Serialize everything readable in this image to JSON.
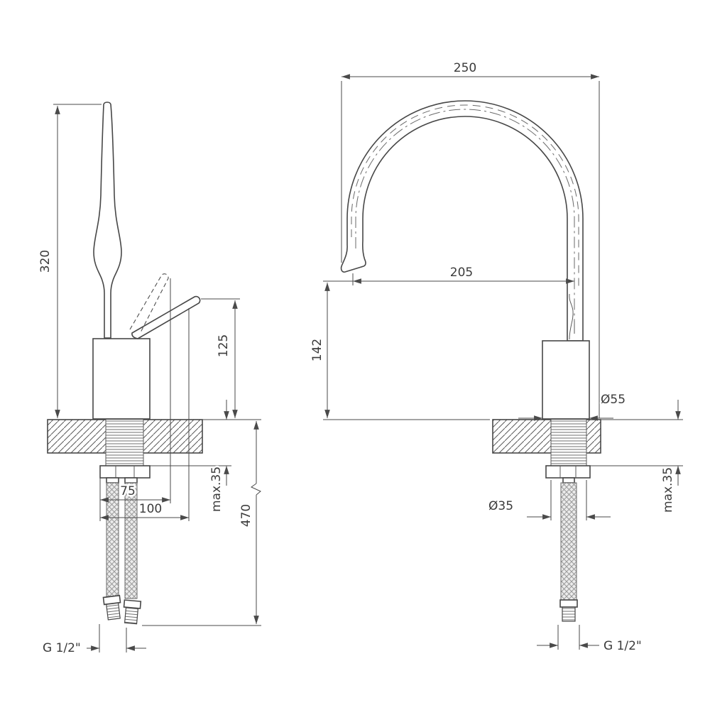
{
  "front_view": {
    "height_total": "320",
    "body_height": "125",
    "deck_max": "max.35",
    "hose_length": "470",
    "offset_75": "75",
    "offset_100": "100",
    "thread": "G 1/2\""
  },
  "side_view": {
    "reach": "250",
    "projection": "205",
    "spout_height": "142",
    "body_dia": "Ø55",
    "shank_dia": "Ø35",
    "deck_max": "max.35",
    "thread": "G 1/2\""
  }
}
